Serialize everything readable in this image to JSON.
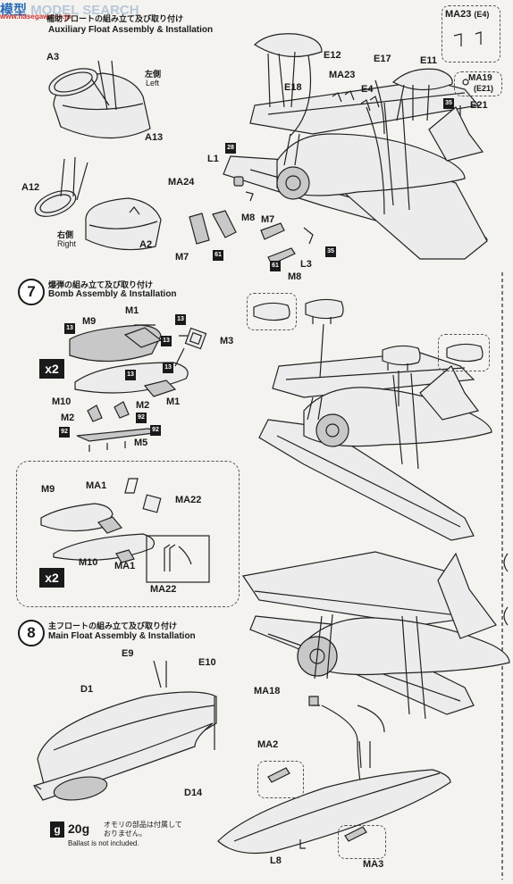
{
  "watermark": {
    "brand": "模型",
    "site": "MODEL SEARCH",
    "sub": "www.hasegawa.co.jp"
  },
  "step6": {
    "title_jp": "補助フロートの組み立て及び取り付け",
    "title_en": "Auxiliary Float Assembly & Installation",
    "labels": {
      "a3": "A3",
      "left_jp": "左側",
      "left_en": "Left",
      "a13": "A13",
      "a12": "A12",
      "right_jp": "右側",
      "right_en": "Right",
      "a2": "A2",
      "e12": "E12",
      "e18": "E18",
      "ma23": "MA23",
      "e17": "E17",
      "e11": "E11",
      "e4": "E4",
      "e21": "E21",
      "ma23_e4": "MA23",
      "e4_paren": "(E4)",
      "ma19": "MA19",
      "e21_paren": "(E21)",
      "l1": "L1",
      "ma24": "MA24",
      "m8a": "M8",
      "m7a": "M7",
      "m7b": "M7",
      "l3": "L3",
      "m8b": "M8"
    },
    "chips": {
      "c28": "28",
      "c35a": "35",
      "c61a": "61",
      "c61b": "61",
      "c35b": "35"
    }
  },
  "step7": {
    "number": "7",
    "title_jp": "爆弾の組み立て及び取り付け",
    "title_en": "Bomb Assembly & Installation",
    "multiplier": "x2",
    "labels": {
      "m9": "M9",
      "m1a": "M1",
      "m3": "M3",
      "m10": "M10",
      "m1b": "M1",
      "m2a": "M2",
      "m2b": "M2",
      "m5": "M5"
    },
    "chips": {
      "c13a": "13",
      "c13b": "13",
      "c13c": "13",
      "c13d": "13",
      "c13e": "13",
      "c92a": "92",
      "c92b": "92",
      "c92c": "92"
    }
  },
  "step7b": {
    "multiplier": "x2",
    "labels": {
      "m9": "M9",
      "ma1a": "MA1",
      "ma22a": "MA22",
      "m10": "M10",
      "ma1b": "MA1",
      "ma22b": "MA22"
    }
  },
  "step8": {
    "number": "8",
    "title_jp": "主フロートの組み立て及び取り付け",
    "title_en": "Main Float Assembly & Installation",
    "labels": {
      "e9": "E9",
      "e10": "E10",
      "d1": "D1",
      "d14": "D14",
      "ma18": "MA18",
      "ma2": "MA2",
      "l8": "L8",
      "ma3": "MA3"
    },
    "ballast": {
      "badge": "g",
      "weight": "20g",
      "note_jp_1": "オモリの部品は付属して",
      "note_jp_2": "おりません。",
      "note_en": "Ballast is not included."
    }
  }
}
